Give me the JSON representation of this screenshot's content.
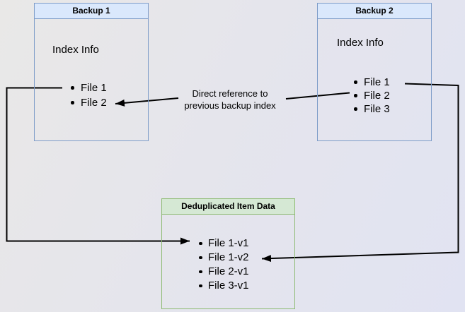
{
  "diagram": {
    "backup1": {
      "title": "Backup 1",
      "subtitle": "Index Info",
      "items": [
        "File 1",
        "File 2"
      ]
    },
    "backup2": {
      "title": "Backup 2",
      "subtitle": "Index Info",
      "items": [
        "File 1",
        "File 2",
        "File 3"
      ]
    },
    "dedup": {
      "title": "Deduplicated Item Data",
      "items": [
        "File 1-v1",
        "File 1-v2",
        "File 2-v1",
        "File 3-v1"
      ]
    },
    "edge_label": {
      "line1": "Direct reference to",
      "line2": "previous backup index"
    },
    "colors": {
      "blue_fill": "#dae8fc",
      "blue_border": "#7d9cc8",
      "green_fill": "#d5e8d4",
      "green_border": "#8dbb72",
      "arrow": "#000000",
      "background_start": "#e9e8e7",
      "background_end": "#e1e3f2"
    }
  }
}
